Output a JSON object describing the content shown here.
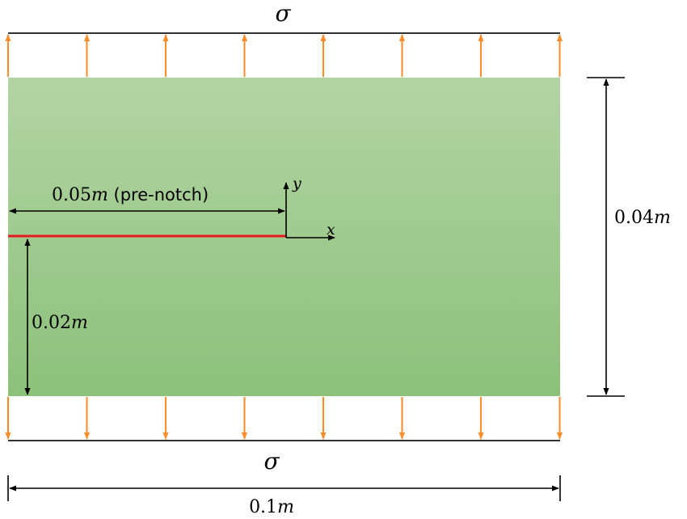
{
  "labels": {
    "stress_top": "σ",
    "stress_bottom": "σ",
    "notch_length_value": "0.05",
    "notch_length_unit": "m",
    "notch_length_note": " (pre-notch)",
    "height_value": "0.04",
    "height_unit": "m",
    "notch_height_value": "0.02",
    "notch_height_unit": "m",
    "width_value": "0.1",
    "width_unit": "m",
    "axis_x": "x",
    "axis_y": "y"
  },
  "colors": {
    "plate_top": "#b3d4a4",
    "plate_bottom": "#8cc17a",
    "load_arrow": "#ff8c2a",
    "notch": "#e31d1d",
    "dimension": "#000000"
  },
  "load_arrow_count": 8
}
